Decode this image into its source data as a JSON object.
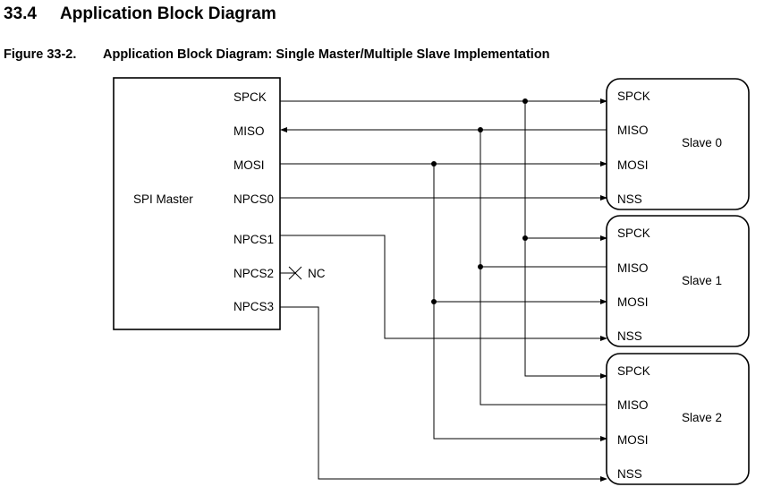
{
  "section": {
    "number": "33.4",
    "title": "Application Block Diagram"
  },
  "figure": {
    "number": "Figure 33-2.",
    "title": "Application Block Diagram: Single Master/Multiple Slave Implementation"
  },
  "master": {
    "label": "SPI Master",
    "pins": {
      "spck": "SPCK",
      "miso": "MISO",
      "mosi": "MOSI",
      "npcs0": "NPCS0",
      "npcs1": "NPCS1",
      "npcs2": "NPCS2",
      "npcs3": "NPCS3"
    },
    "nc_label": "NC"
  },
  "slaves": [
    {
      "label": "Slave 0",
      "pins": {
        "spck": "SPCK",
        "miso": "MISO",
        "mosi": "MOSI",
        "nss": "NSS"
      }
    },
    {
      "label": "Slave 1",
      "pins": {
        "spck": "SPCK",
        "miso": "MISO",
        "mosi": "MOSI",
        "nss": "NSS"
      }
    },
    {
      "label": "Slave 2",
      "pins": {
        "spck": "SPCK",
        "miso": "MISO",
        "mosi": "MOSI",
        "nss": "NSS"
      }
    }
  ]
}
